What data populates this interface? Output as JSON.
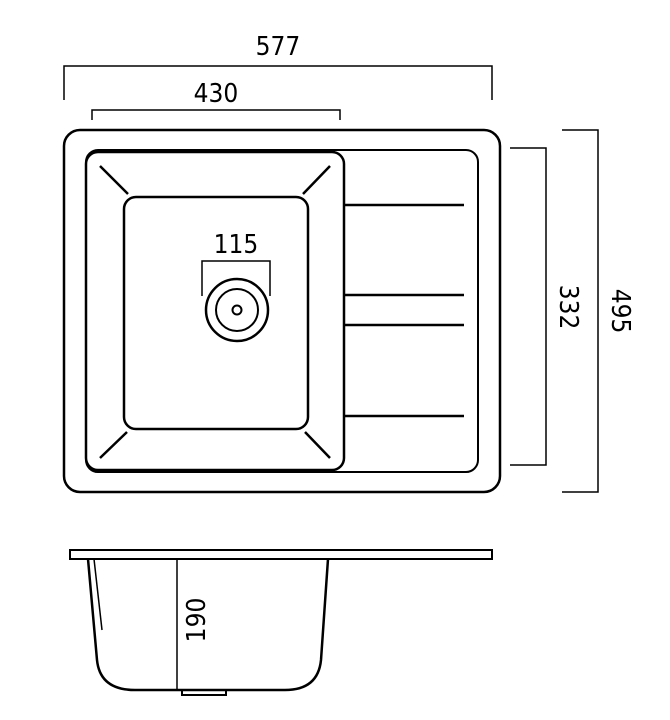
{
  "dimensions": {
    "overall_width": "577",
    "bowl_width": "430",
    "drain_diameter": "115",
    "overall_depth": "495",
    "bowl_depth": "332",
    "bowl_height": "190"
  }
}
